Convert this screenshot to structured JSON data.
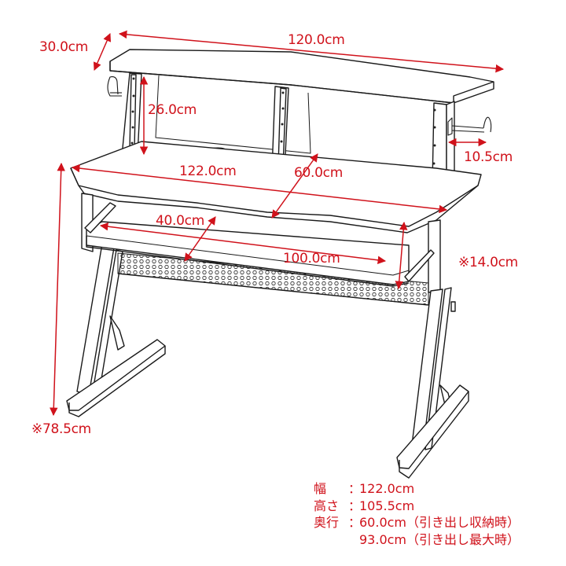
{
  "colors": {
    "dimension_red": "#d0121b",
    "line_black": "#1a1a1a",
    "background": "#ffffff"
  },
  "dimensions": {
    "top_shelf_depth": "30.0cm",
    "top_shelf_width": "120.0cm",
    "shelf_height": "26.0cm",
    "hook_length": "10.5cm",
    "desk_width": "122.0cm",
    "desk_depth": "60.0cm",
    "drawer_depth": "40.0cm",
    "drawer_width": "100.0cm",
    "drawer_clearance": "※14.0cm",
    "desk_height": "※78.5cm"
  },
  "specs": {
    "width": {
      "key": "幅",
      "colon": "：",
      "value": "122.0cm"
    },
    "height": {
      "key": "高さ",
      "colon": "：",
      "value": "105.5cm"
    },
    "depth": {
      "key": "奥行",
      "colon": "：",
      "value_closed": "60.0cm（引き出し収納時）",
      "value_open": "93.0cm（引き出し最大時）"
    }
  }
}
